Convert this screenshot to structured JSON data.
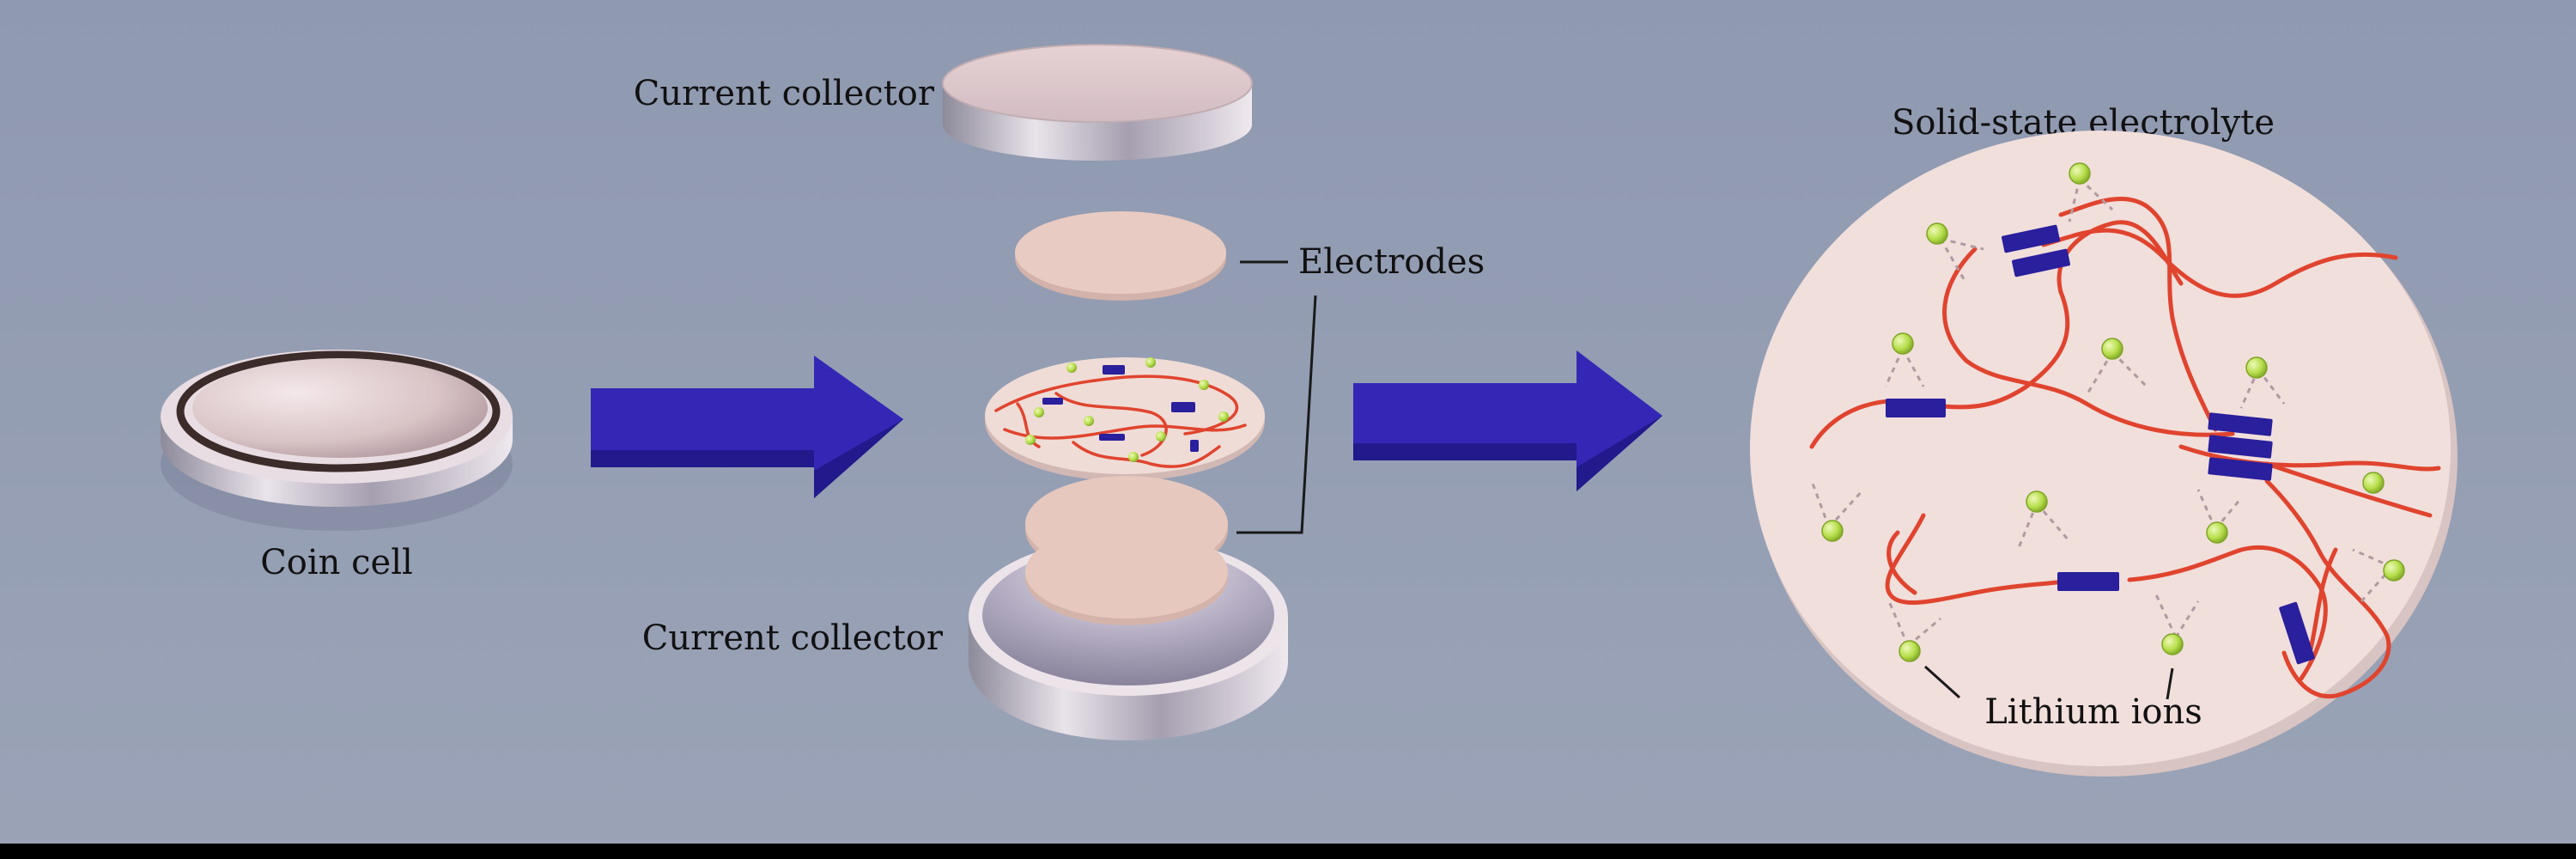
{
  "labels": {
    "coin_cell": "Coin cell",
    "current_collector_top": "Current collector",
    "current_collector_bottom": "Current collector",
    "electrodes": "Electrodes",
    "solid_state_electrolyte": "Solid-state electrolyte",
    "lithium_ions": "Lithium ions"
  },
  "colors": {
    "background": "#959fb4",
    "arrow": "#2e22a8",
    "polymer_chain": "#e0442e",
    "crosslink_block": "#2a1f9c",
    "lithium_ion": "#b6de4a",
    "electrolyte_disc": "#f0dcd8",
    "electrode_disc": "#e6c8c0",
    "collector_metal": "#d8c6cc"
  }
}
